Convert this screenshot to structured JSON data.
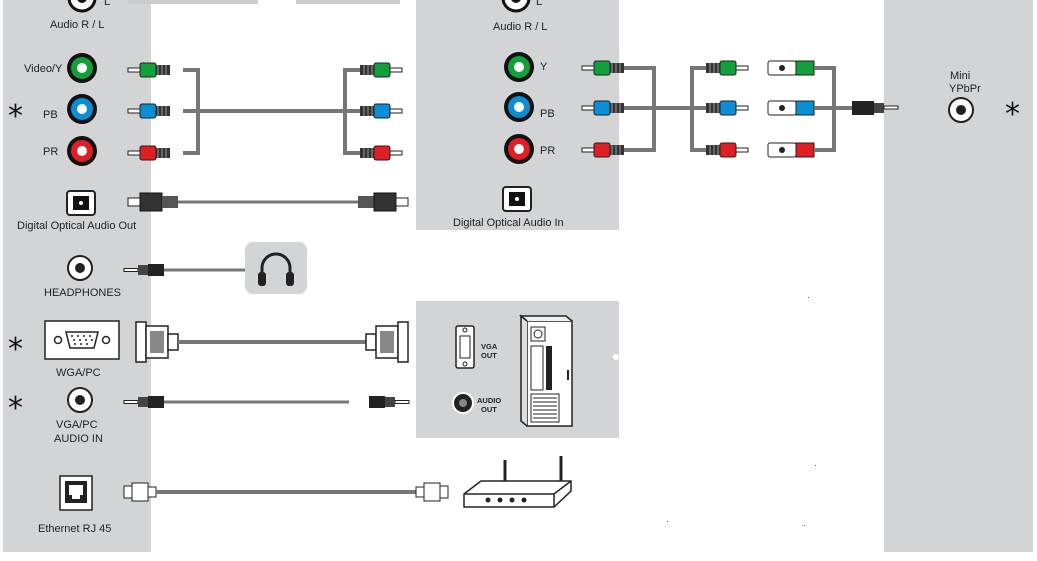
{
  "tv_panel": {
    "audio_rl_label": "Audio R / L",
    "audio_rl_letter": "L",
    "component": [
      {
        "label": "Video/Y",
        "color": "#12a03a"
      },
      {
        "label": "PB",
        "color": "#0a8fd6"
      },
      {
        "label": "PR",
        "color": "#e01e24"
      }
    ],
    "optical_label": "Digital Optical Audio Out",
    "headphones_label": "HEADPHONES",
    "vga_label": "WGA/PC",
    "vga_audio_label_1": "VGA/PC",
    "vga_audio_label_2": "AUDIO IN",
    "ethernet_label": "Ethernet RJ 45",
    "asterisk": "*"
  },
  "av_panel": {
    "audio_rl_label": "Audio R / L",
    "audio_rl_letter": "L",
    "component": [
      {
        "label": "Y",
        "color": "#12a03a"
      },
      {
        "label": "PB",
        "color": "#0a8fd6"
      },
      {
        "label": "PR",
        "color": "#e01e24"
      }
    ],
    "optical_label": "Digital Optical Audio In"
  },
  "pc_panel": {
    "vga_out_1": "VGA",
    "vga_out_2": "OUT",
    "audio_out_1": "AUDIO",
    "audio_out_2": "OUT"
  },
  "right_panel": {
    "mini_label_1": "Mini",
    "mini_label_2": "YPbPr",
    "asterisk": "*"
  },
  "colors": {
    "panel_gray": "#d3d4d6",
    "cable_gray": "#777777",
    "green": "#12a03a",
    "blue": "#0a8fd6",
    "red": "#e01e24"
  }
}
